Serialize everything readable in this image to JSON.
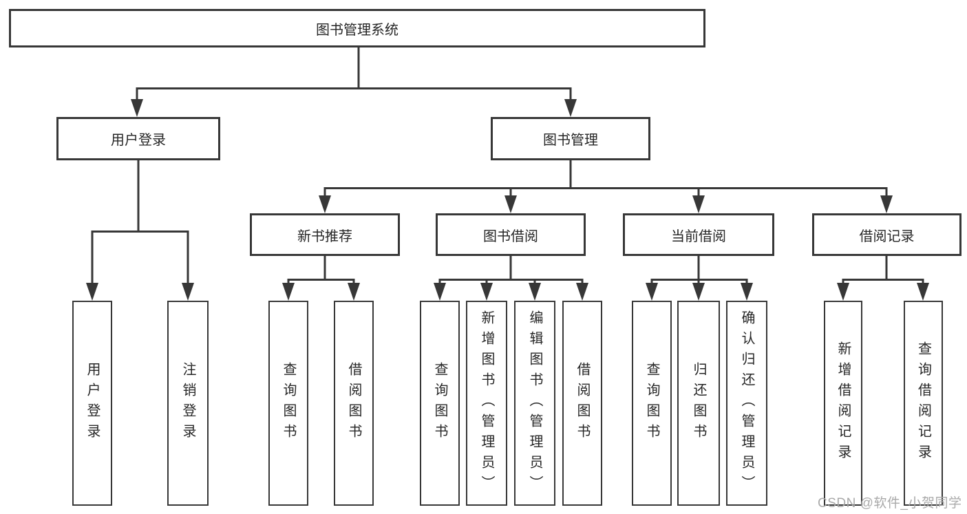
{
  "diagram": {
    "root": {
      "label": "图书管理系统",
      "children": [
        {
          "label": "用户登录",
          "children": [
            {
              "label": "用户登录"
            },
            {
              "label": "注销登录"
            }
          ]
        },
        {
          "label": "图书管理",
          "children": [
            {
              "label": "新书推荐",
              "children": [
                {
                  "label": "查询图书"
                },
                {
                  "label": "借阅图书"
                }
              ]
            },
            {
              "label": "图书借阅",
              "children": [
                {
                  "label": "查询图书"
                },
                {
                  "label": "新增图书（管理员）"
                },
                {
                  "label": "编辑图书（管理员）"
                },
                {
                  "label": "借阅图书"
                }
              ]
            },
            {
              "label": "当前借阅",
              "children": [
                {
                  "label": "查询图书"
                },
                {
                  "label": "归还图书"
                },
                {
                  "label": "确认归还（管理员）"
                }
              ]
            },
            {
              "label": "借阅记录",
              "children": [
                {
                  "label": "新增借阅记录"
                },
                {
                  "label": "查询借阅记录"
                }
              ]
            }
          ]
        }
      ]
    }
  },
  "watermark": {
    "text": "CSDN @软件_小贺同学"
  },
  "colors": {
    "line": "#373737",
    "text": "#262626",
    "watermark": "#a9a9a9",
    "background": "#ffffff"
  }
}
